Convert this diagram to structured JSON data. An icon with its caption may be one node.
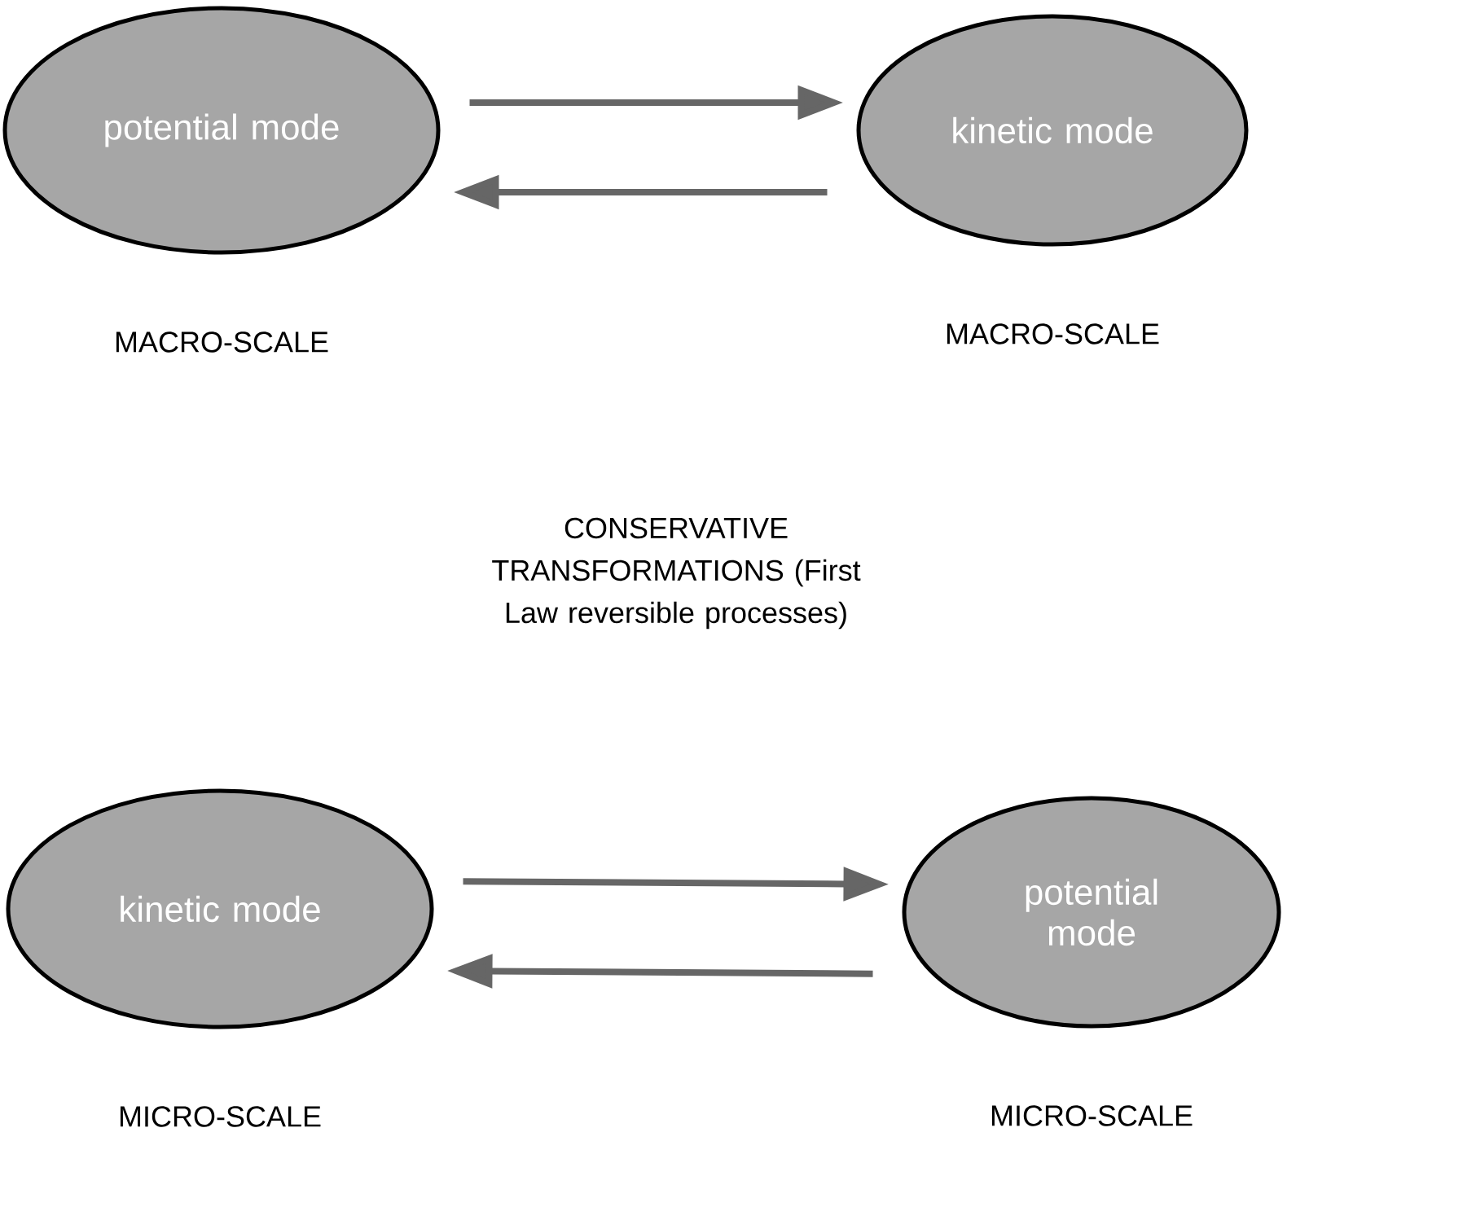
{
  "diagram": {
    "nodes": [
      {
        "text": [
          "potential mode"
        ],
        "beside": [
          "MACRO-SCALE"
        ]
      },
      {
        "text": [
          "kinetic mode"
        ],
        "beside": [
          "MACRO-SCALE"
        ]
      },
      {
        "text": [
          "kinetic mode"
        ],
        "beside": [
          "MICRO-SCALE"
        ]
      },
      {
        "text": [
          "potential mode"
        ],
        "beside": [
          "MICRO-SCALE"
        ]
      }
    ],
    "edges": [
      {
        "from": 0,
        "to": 1,
        "arrow": "to"
      },
      {
        "from": 1,
        "to": 0,
        "arrow": "to"
      },
      {
        "from": 2,
        "to": 3,
        "arrow": "to"
      },
      {
        "from": 3,
        "to": 2,
        "arrow": "to"
      }
    ],
    "labels": [
      "CONSERVATIVE TRANSFORMATIONS (First Law reversible processes)"
    ]
  }
}
